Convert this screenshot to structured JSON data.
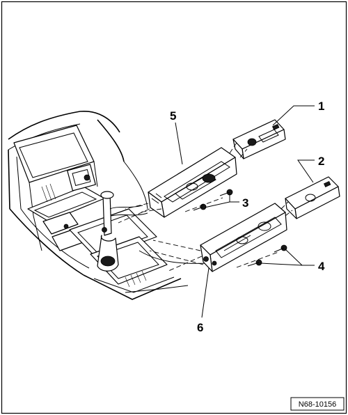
{
  "figure_id": "N68-10156",
  "callouts": [
    {
      "label": "1"
    },
    {
      "label": "2"
    },
    {
      "label": "3"
    },
    {
      "label": "4"
    },
    {
      "label": "5"
    },
    {
      "label": "6"
    }
  ]
}
